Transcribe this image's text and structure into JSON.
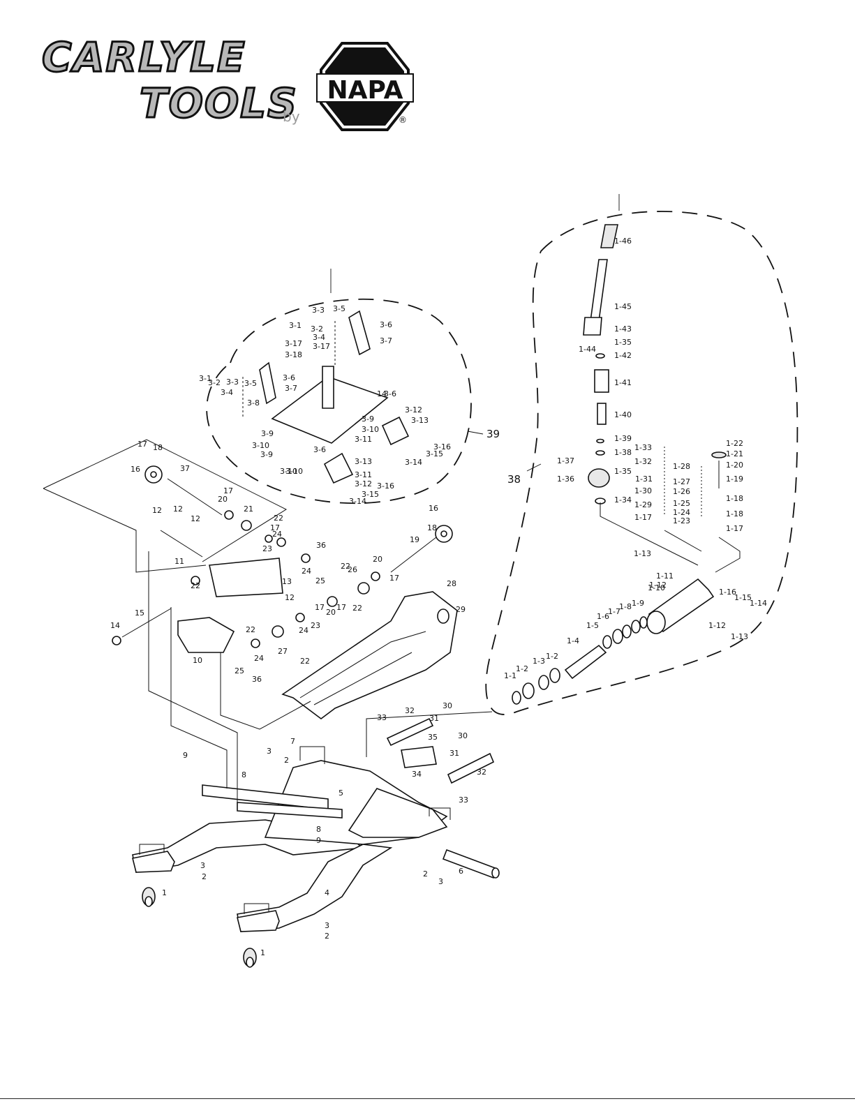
{
  "brand": {
    "name_line1": "CARLYLE",
    "name_line2": "TOOLS",
    "by": "by",
    "partner": "NAPA",
    "registered": "®"
  },
  "callouts": {
    "assembly_38": "38",
    "assembly_39": "39",
    "base": [
      {
        "t": "1"
      },
      {
        "t": "1"
      },
      {
        "t": "2"
      },
      {
        "t": "2"
      },
      {
        "t": "2"
      },
      {
        "t": "2"
      },
      {
        "t": "3"
      },
      {
        "t": "3"
      },
      {
        "t": "3"
      },
      {
        "t": "3"
      },
      {
        "t": "4"
      },
      {
        "t": "5"
      },
      {
        "t": "6"
      },
      {
        "t": "7"
      },
      {
        "t": "8"
      },
      {
        "t": "8"
      },
      {
        "t": "9"
      },
      {
        "t": "9"
      },
      {
        "t": "10"
      },
      {
        "t": "11"
      },
      {
        "t": "12"
      },
      {
        "t": "12"
      },
      {
        "t": "12"
      },
      {
        "t": "12"
      },
      {
        "t": "13"
      },
      {
        "t": "14"
      },
      {
        "t": "14"
      },
      {
        "t": "15"
      },
      {
        "t": "16"
      },
      {
        "t": "16"
      },
      {
        "t": "17"
      },
      {
        "t": "17"
      },
      {
        "t": "17"
      },
      {
        "t": "17"
      },
      {
        "t": "17"
      },
      {
        "t": "17"
      },
      {
        "t": "18"
      },
      {
        "t": "18"
      },
      {
        "t": "19"
      },
      {
        "t": "20"
      },
      {
        "t": "20"
      },
      {
        "t": "20"
      },
      {
        "t": "21"
      },
      {
        "t": "22"
      },
      {
        "t": "22"
      },
      {
        "t": "22"
      },
      {
        "t": "22"
      },
      {
        "t": "22"
      },
      {
        "t": "22"
      },
      {
        "t": "23"
      },
      {
        "t": "23"
      },
      {
        "t": "24"
      },
      {
        "t": "24"
      },
      {
        "t": "24"
      },
      {
        "t": "24"
      },
      {
        "t": "25"
      },
      {
        "t": "25"
      },
      {
        "t": "26"
      },
      {
        "t": "27"
      },
      {
        "t": "28"
      },
      {
        "t": "29"
      },
      {
        "t": "30"
      },
      {
        "t": "30"
      },
      {
        "t": "31"
      },
      {
        "t": "31"
      },
      {
        "t": "32"
      },
      {
        "t": "32"
      },
      {
        "t": "33"
      },
      {
        "t": "33"
      },
      {
        "t": "34"
      },
      {
        "t": "35"
      },
      {
        "t": "36"
      },
      {
        "t": "36"
      },
      {
        "t": "37"
      }
    ],
    "saddle": [
      {
        "t": "3-1"
      },
      {
        "t": "3-1"
      },
      {
        "t": "3-2"
      },
      {
        "t": "3-2"
      },
      {
        "t": "3-3"
      },
      {
        "t": "3-3"
      },
      {
        "t": "3-4"
      },
      {
        "t": "3-4"
      },
      {
        "t": "3-5"
      },
      {
        "t": "3-5"
      },
      {
        "t": "3-6"
      },
      {
        "t": "3-6"
      },
      {
        "t": "3-6"
      },
      {
        "t": "3-6"
      },
      {
        "t": "3-7"
      },
      {
        "t": "3-7"
      },
      {
        "t": "3-8"
      },
      {
        "t": "3-9"
      },
      {
        "t": "3-9"
      },
      {
        "t": "3-9"
      },
      {
        "t": "3-10"
      },
      {
        "t": "3-10"
      },
      {
        "t": "3-10"
      },
      {
        "t": "3-10"
      },
      {
        "t": "3-11"
      },
      {
        "t": "3-11"
      },
      {
        "t": "3-12"
      },
      {
        "t": "3-12"
      },
      {
        "t": "3-13"
      },
      {
        "t": "3-13"
      },
      {
        "t": "3-14"
      },
      {
        "t": "3-14"
      },
      {
        "t": "3-15"
      },
      {
        "t": "3-15"
      },
      {
        "t": "3-16"
      },
      {
        "t": "3-16"
      },
      {
        "t": "3-17"
      },
      {
        "t": "3-17"
      },
      {
        "t": "3-18"
      }
    ],
    "pump": [
      {
        "t": "1-1"
      },
      {
        "t": "1-2"
      },
      {
        "t": "1-2"
      },
      {
        "t": "1-3"
      },
      {
        "t": "1-4"
      },
      {
        "t": "1-5"
      },
      {
        "t": "1-6"
      },
      {
        "t": "1-7"
      },
      {
        "t": "1-8"
      },
      {
        "t": "1-9"
      },
      {
        "t": "1-10"
      },
      {
        "t": "1-11"
      },
      {
        "t": "1-12"
      },
      {
        "t": "1-12"
      },
      {
        "t": "1-13"
      },
      {
        "t": "1-13"
      },
      {
        "t": "1-14"
      },
      {
        "t": "1-15"
      },
      {
        "t": "1-16"
      },
      {
        "t": "1-17"
      },
      {
        "t": "1-17"
      },
      {
        "t": "1-18"
      },
      {
        "t": "1-18"
      },
      {
        "t": "1-19"
      },
      {
        "t": "1-20"
      },
      {
        "t": "1-21"
      },
      {
        "t": "1-22"
      },
      {
        "t": "1-23"
      },
      {
        "t": "1-24"
      },
      {
        "t": "1-25"
      },
      {
        "t": "1-26"
      },
      {
        "t": "1-27"
      },
      {
        "t": "1-28"
      },
      {
        "t": "1-29"
      },
      {
        "t": "1-30"
      },
      {
        "t": "1-31"
      },
      {
        "t": "1-32"
      },
      {
        "t": "1-33"
      },
      {
        "t": "1-34"
      },
      {
        "t": "1-35"
      },
      {
        "t": "1-35"
      },
      {
        "t": "1-36"
      },
      {
        "t": "1-37"
      },
      {
        "t": "1-38"
      },
      {
        "t": "1-39"
      },
      {
        "t": "1-40"
      },
      {
        "t": "1-41"
      },
      {
        "t": "1-42"
      },
      {
        "t": "1-43"
      },
      {
        "t": "1-44"
      },
      {
        "t": "1-45"
      },
      {
        "t": "1-46"
      }
    ]
  }
}
